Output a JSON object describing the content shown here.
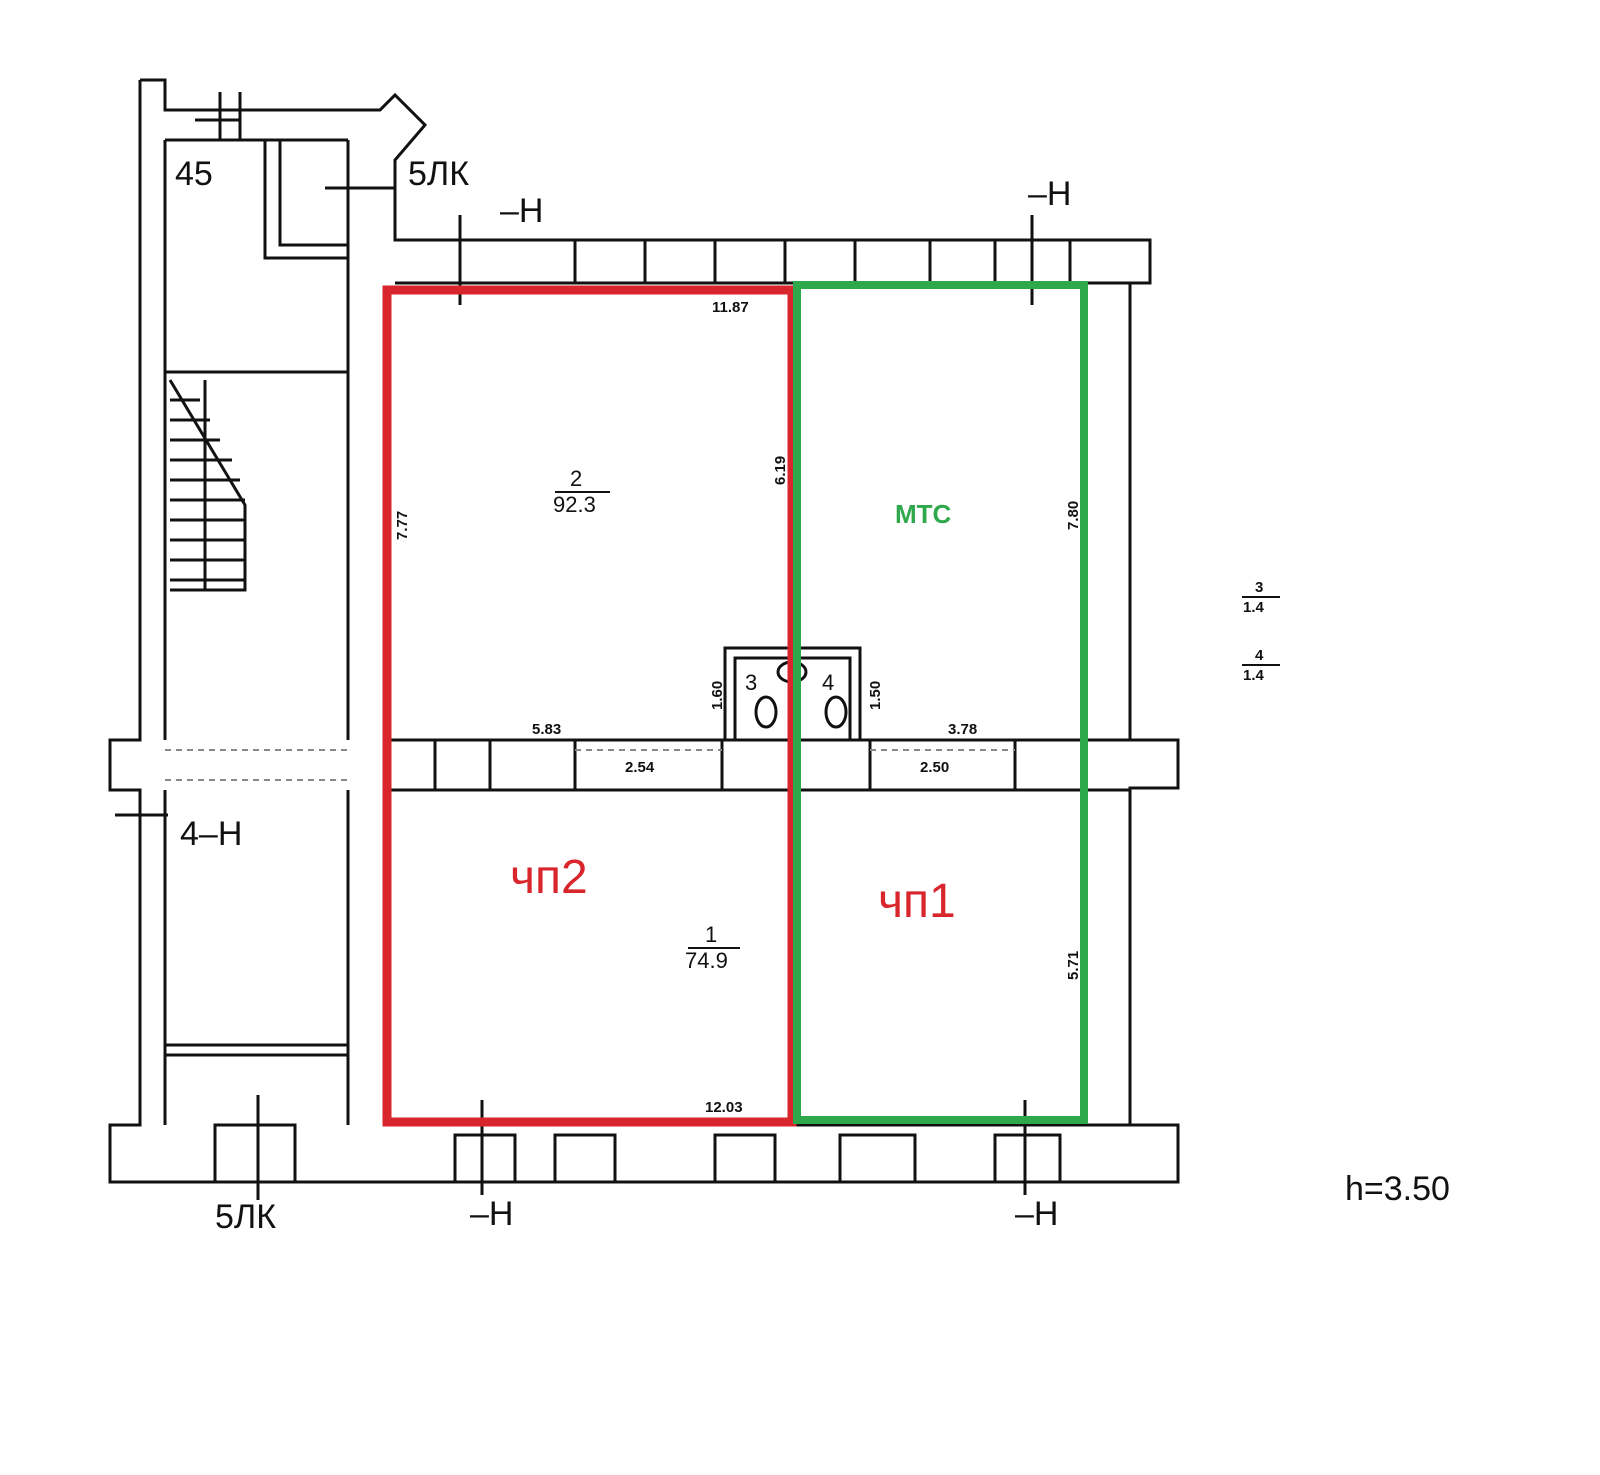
{
  "plan": {
    "labels": {
      "apt45": "45",
      "stair_top": "5ЛК",
      "stair_bottom": "5ЛК",
      "axis_4n": "4–Н",
      "axis_top_left": "–Н",
      "axis_top_right": "–Н",
      "axis_bottom_left": "–Н",
      "axis_bottom_right": "–Н",
      "height": "h=3.50"
    },
    "dimensions": {
      "top_width": "11.87",
      "bottom_width": "12.03",
      "left_height": "7.77",
      "mid_height": "6.19",
      "right_height": "7.80",
      "right_lower_height": "5.71",
      "left_span": "5.83",
      "right_span": "3.78",
      "door_left": "2.54",
      "door_right": "2.50",
      "wc_left_h": "1.60",
      "wc_right_h": "1.50"
    },
    "rooms": {
      "room2_num": "2",
      "room2_area": "92.3",
      "room1_num": "1",
      "room1_area": "74.9",
      "wc3_num": "3",
      "wc4_num": "4",
      "side3_num": "3",
      "side3_area": "1.4",
      "side4_num": "4",
      "side4_area": "1.4"
    }
  },
  "zones": {
    "mts": {
      "label": "МТС",
      "color": "#2ea84a"
    },
    "chp2": {
      "label": "чп2",
      "color": "#d9262c"
    },
    "chp1": {
      "label": "чп1",
      "color": "#d9262c"
    }
  }
}
